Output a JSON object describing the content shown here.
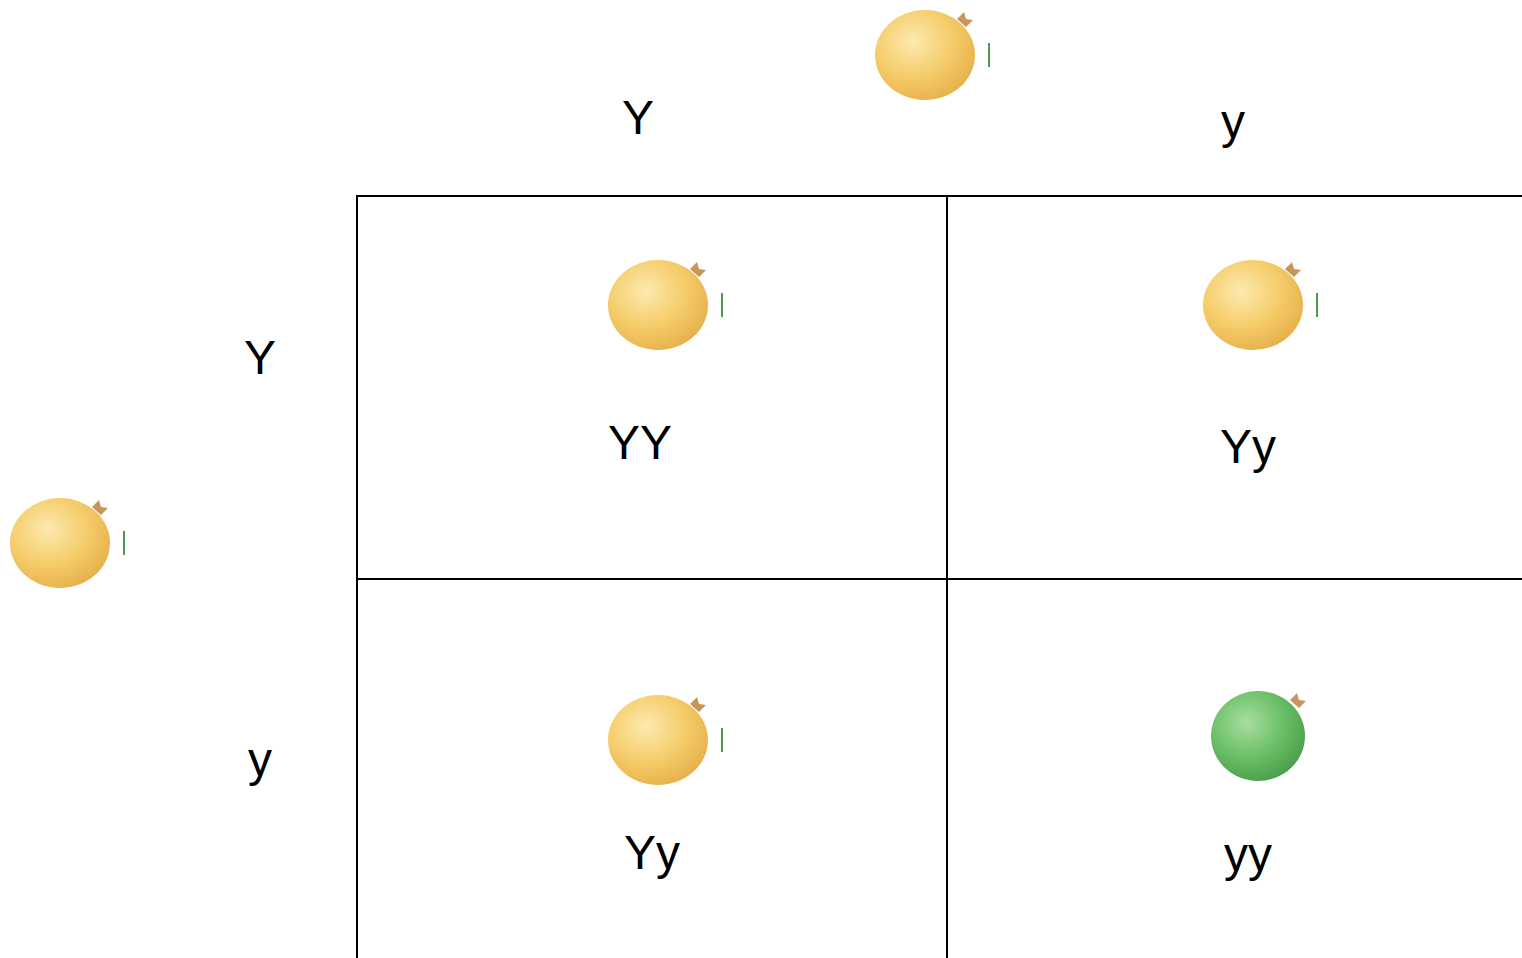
{
  "diagram": {
    "nodes": [
      {
        "text": [
          "YY"
        ]
      },
      {
        "text": [
          "Yy"
        ]
      },
      {
        "text": [
          "Yy"
        ]
      },
      {
        "text": [
          "yy"
        ]
      }
    ],
    "labels": [
      "Y",
      "y",
      "Y",
      "y"
    ]
  }
}
